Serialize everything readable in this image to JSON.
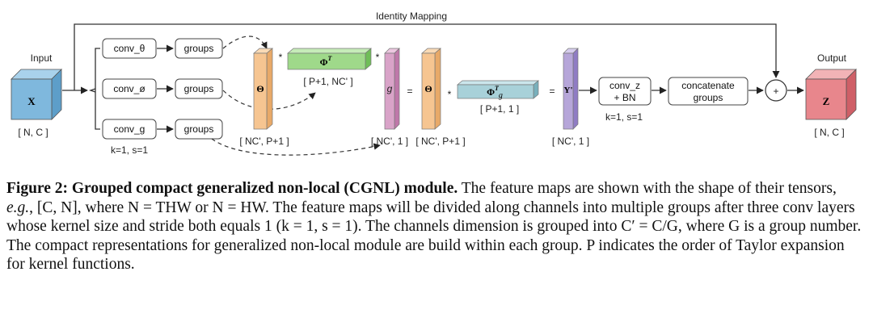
{
  "figure": {
    "top_label": "Identity Mapping",
    "input_label": "Input",
    "input_symbol": "X",
    "input_shape": "[ N, C ]",
    "conv_boxes": [
      "conv_θ",
      "conv_ø",
      "conv_g"
    ],
    "group_boxes": [
      "groups",
      "groups",
      "groups"
    ],
    "conv_params": "k=1, s=1",
    "theta_symbol": "Θ",
    "theta_shape_1": "[ NC', P+1 ]",
    "phi_symbol": "Φ",
    "phi_sup": "T",
    "phi_shape": "[ P+1, NC' ]",
    "g_symbol": "g",
    "g_shape": "[ NC', 1 ]",
    "theta_shape_2": "[ NC', P+1 ]",
    "phig_symbol": "Φ",
    "phig_sup": "T",
    "phig_sub": "g",
    "phig_shape": "[ P+1, 1 ]",
    "y_symbol": "Y'",
    "y_shape": "[ NC', 1 ]",
    "convz_line1": "conv_z",
    "convz_line2": "+ BN",
    "convz_params": "k=1, s=1",
    "concat_line1": "concatenate",
    "concat_line2": "groups",
    "plus_symbol": "+",
    "mult_symbol": "*",
    "equals_symbol": "=",
    "output_label": "Output",
    "output_symbol": "Z",
    "output_shape": "[ N, C ]",
    "colors": {
      "input_cube": "#7fb8dd",
      "theta_cube": "#f6c591",
      "phi_cube": "#9fd98a",
      "g_cube": "#d9a3c8",
      "phig_cube": "#a8d1d9",
      "y_cube": "#b6a6d9",
      "output_cube": "#e8868c"
    }
  },
  "caption": {
    "heading": "Figure 2:  Grouped compact generalized non-local (CGNL) module.",
    "t1": " The feature maps are shown with the shape of their tensors, ",
    "t2": "e.g.",
    "t3": ", [C, N], where N = THW or N = HW. The feature maps will be divided along channels into multiple groups after three conv layers whose kernel size and stride both equals 1 (k = 1, s = 1). The channels dimension is grouped into C′ = C/G, where G is a group number. The compact representations for generalized non-local module are build within each group. P indicates the order of Taylor expansion for kernel functions."
  }
}
